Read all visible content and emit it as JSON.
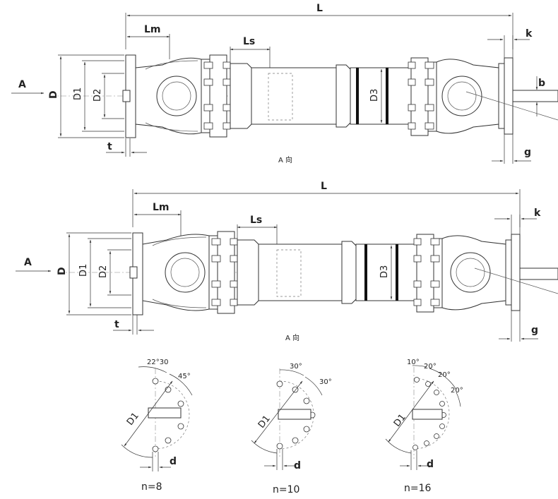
{
  "views": [
    {
      "id": "top",
      "labels": {
        "overall_length": "L",
        "flange_length": "Lm",
        "slide_length": "Ls",
        "flange_dia": "D",
        "bolt_circle_dia": "D1",
        "spigot_dia": "D2",
        "tube_dia": "D3",
        "flange_thickness": "t",
        "key_width": "k",
        "key_height": "b",
        "gap": "g",
        "view_arrow": "A",
        "view_caption": "A 向"
      }
    },
    {
      "id": "bottom",
      "labels": {
        "overall_length": "L",
        "flange_length": "Lm",
        "slide_length": "Ls",
        "flange_dia": "D",
        "bolt_circle_dia": "D1",
        "spigot_dia": "D2",
        "tube_dia": "D3",
        "flange_thickness": "t",
        "key_width": "k",
        "gap": "g",
        "view_arrow": "A",
        "view_caption": "A 向"
      }
    }
  ],
  "bolt_patterns": [
    {
      "id": "n8",
      "caption": "n=8",
      "angle1": "22°30",
      "angle2": "45°",
      "dia_label": "D1",
      "hole_label": "d"
    },
    {
      "id": "n10",
      "caption": "n=10",
      "angle1": "30°",
      "angle2": "30°",
      "dia_label": "D1",
      "hole_label": "d"
    },
    {
      "id": "n16",
      "caption": "n=16",
      "angle1": "10°",
      "angle2": "20°",
      "angle3": "20°",
      "angle4": "20°",
      "dia_label": "D1",
      "hole_label": "d"
    }
  ]
}
